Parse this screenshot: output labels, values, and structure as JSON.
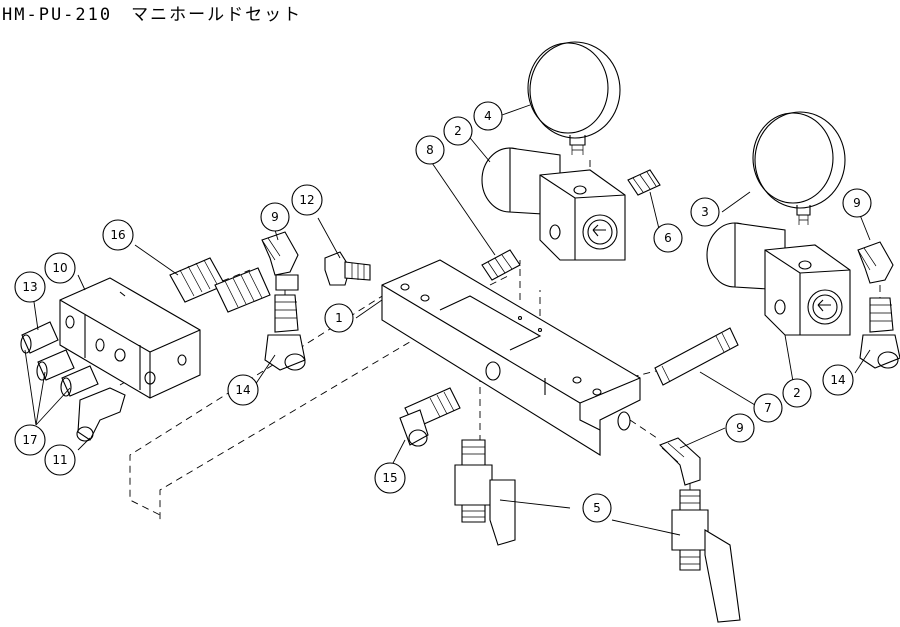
{
  "title": "HM-PU-210　マニホールドセット",
  "callouts": [
    {
      "id": "c1",
      "label": "1"
    },
    {
      "id": "c2a",
      "label": "2"
    },
    {
      "id": "c2b",
      "label": "2"
    },
    {
      "id": "c3",
      "label": "3"
    },
    {
      "id": "c4",
      "label": "4"
    },
    {
      "id": "c5",
      "label": "5"
    },
    {
      "id": "c6",
      "label": "6"
    },
    {
      "id": "c7",
      "label": "7"
    },
    {
      "id": "c8",
      "label": "8"
    },
    {
      "id": "c9a",
      "label": "9"
    },
    {
      "id": "c9b",
      "label": "9"
    },
    {
      "id": "c9c",
      "label": "9"
    },
    {
      "id": "c10",
      "label": "10"
    },
    {
      "id": "c11",
      "label": "11"
    },
    {
      "id": "c12",
      "label": "12"
    },
    {
      "id": "c13",
      "label": "13"
    },
    {
      "id": "c14a",
      "label": "14"
    },
    {
      "id": "c14b",
      "label": "14"
    },
    {
      "id": "c15",
      "label": "15"
    },
    {
      "id": "c16",
      "label": "16"
    },
    {
      "id": "c17",
      "label": "17"
    }
  ]
}
